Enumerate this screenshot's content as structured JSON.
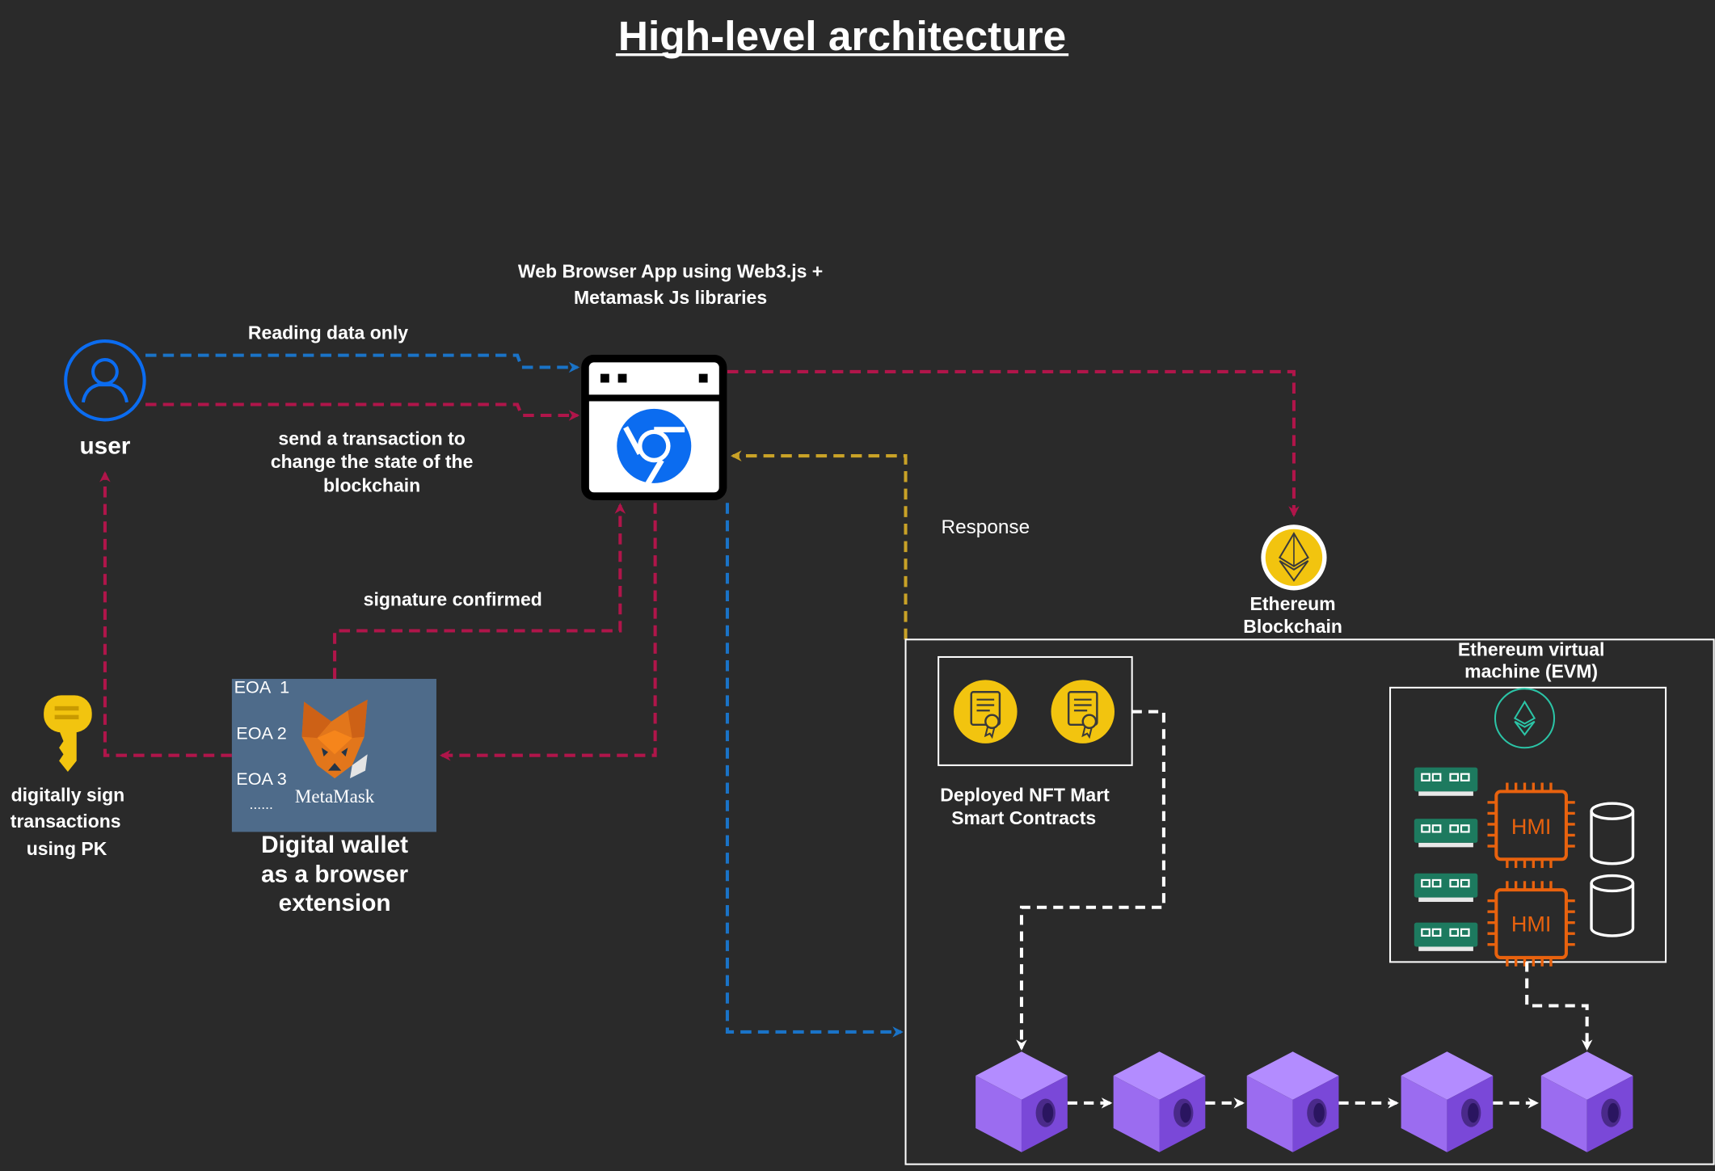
{
  "title": "High-level architecture",
  "web_app": {
    "line1": "Web Browser App using Web3.js +",
    "line2": "Metamask Js libraries"
  },
  "user": {
    "label": "user"
  },
  "edges": {
    "reading": "Reading data only",
    "send_line1": "send a transaction to",
    "send_line2": "change the state of the",
    "send_line3": "blockchain",
    "signature": "signature confirmed",
    "response": "Response"
  },
  "key": {
    "line1": "digitally sign",
    "line2": "transactions",
    "line3": "using PK"
  },
  "wallet": {
    "eoa1": "EOA  1",
    "eoa2": "EOA 2",
    "eoa3": "EOA 3",
    "dots": "......",
    "brand": "MetaMask",
    "line1": "Digital wallet",
    "line2": "as a browser",
    "line3": "extension"
  },
  "ethereum": {
    "line1": "Ethereum",
    "line2": "Blockchain"
  },
  "contracts": {
    "line1": "Deployed NFT Mart",
    "line2": "Smart Contracts"
  },
  "evm": {
    "line1": "Ethereum virtual",
    "line2": "machine (EVM)",
    "chip_label": "HMI"
  },
  "colors": {
    "background": "#2a2a2a",
    "blue": "#1a73c7",
    "crimson": "#b0154a",
    "gold": "#c9a227",
    "chrome_blue": "#0b6cf0",
    "cube": "#9b6cf0",
    "chip": "#e8620e",
    "ram": "#1d7a5f",
    "wallet_bg": "#4e6b8a"
  },
  "icons": [
    "user-icon",
    "browser-window-icon",
    "chrome-icon",
    "key-icon",
    "metamask-fox-icon",
    "ethereum-coin-icon",
    "certificate-icon",
    "ethereum-outline-icon",
    "ram-module-icon",
    "cpu-chip-icon",
    "database-cylinder-icon",
    "block-cube-icon"
  ]
}
